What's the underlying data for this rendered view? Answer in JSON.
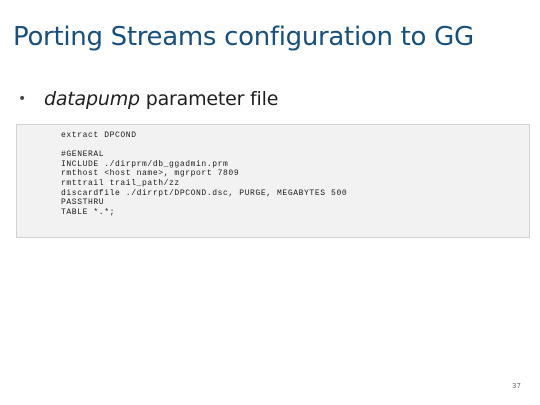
{
  "slide": {
    "title": "Porting Streams configuration to GG",
    "bullet": {
      "marker": "•",
      "emphasis": "datapump",
      "text": " parameter file"
    },
    "code_lines": [
      "extract DPCOND",
      "",
      "#GENERAL",
      "INCLUDE ./dirprm/db_ggadmin.prm",
      "rmthost <host name>, mgrport 7809",
      "rmttrail trail_path/zz",
      "discardfile ./dirrpt/DPCOND.dsc, PURGE, MEGABYTES 500",
      "PASSTHRU",
      "TABLE *.*;"
    ],
    "page_number": "37"
  },
  "colors": {
    "title": "#17507e",
    "code_background": "#f2f2f2",
    "code_border": "#cfd3d8"
  }
}
